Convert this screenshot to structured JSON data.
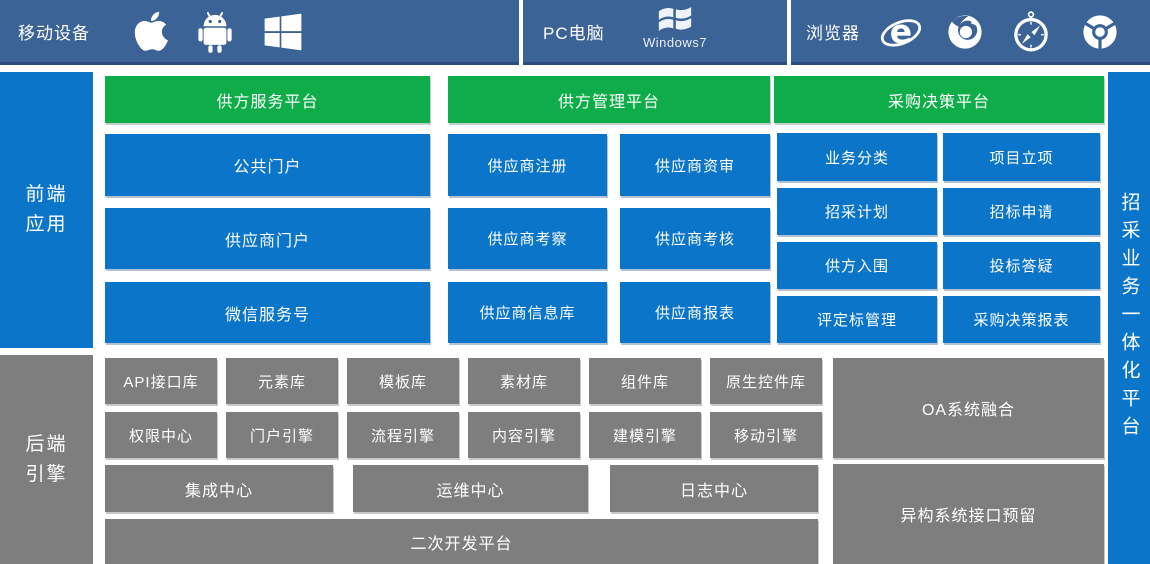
{
  "colors": {
    "topbar": "#3c6396",
    "topbar_border": "#2b4d7d",
    "blue": "#0b75c9",
    "green": "#0ead4a",
    "gray": "#7e7e7e",
    "text": "#ffffff"
  },
  "topbar": {
    "mobile": {
      "label": "移动设备",
      "icons": [
        "apple-icon",
        "android-icon",
        "windows-icon"
      ]
    },
    "pc": {
      "label": "PC电脑",
      "windows7_text": "Windows7",
      "icons": [
        "windows7-flag-icon"
      ]
    },
    "browser": {
      "label": "浏览器",
      "icons": [
        "ie-icon",
        "firefox-icon",
        "safari-icon",
        "chrome-icon"
      ]
    }
  },
  "sidebar": {
    "frontend": "前端\n应用",
    "backend": "后端\n引擎"
  },
  "rightbar": {
    "label": "招采业务一体化平台"
  },
  "frontend": {
    "col1": {
      "header": "供方服务平台",
      "items": [
        "公共门户",
        "供应商门户",
        "微信服务号"
      ]
    },
    "col2": {
      "header": "供方管理平台",
      "rows": [
        [
          "供应商注册",
          "供应商资审"
        ],
        [
          "供应商考察",
          "供应商考核"
        ],
        [
          "供应商信息库",
          "供应商报表"
        ]
      ]
    },
    "col3": {
      "header": "采购决策平台",
      "rows": [
        [
          "业务分类",
          "项目立项"
        ],
        [
          "招采计划",
          "招标申请"
        ],
        [
          "供方入围",
          "投标答疑"
        ],
        [
          "评定标管理",
          "采购决策报表"
        ]
      ]
    }
  },
  "backend": {
    "row1": [
      "API接口库",
      "元素库",
      "模板库",
      "素材库",
      "组件库",
      "原生控件库"
    ],
    "row2": [
      "权限中心",
      "门户引擎",
      "流程引擎",
      "内容引擎",
      "建模引擎",
      "移动引擎"
    ],
    "row3": [
      "集成中心",
      "运维中心",
      "日志中心"
    ],
    "row4": "二次开发平台",
    "right": [
      "OA系统融合",
      "异构系统接口预留"
    ]
  }
}
